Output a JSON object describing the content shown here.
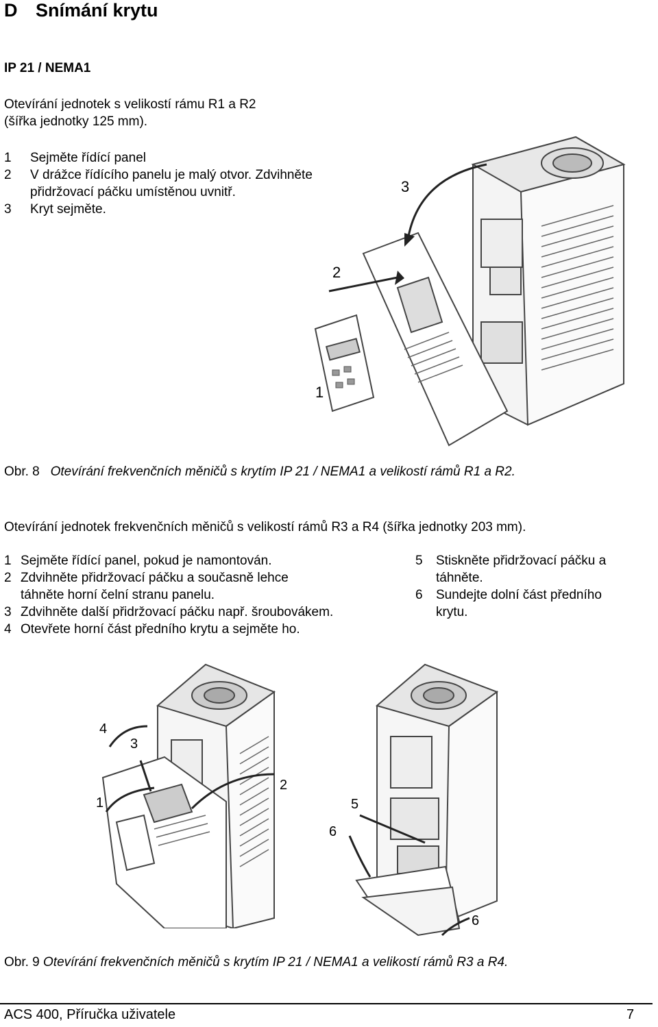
{
  "heading": {
    "letter": "D",
    "title": "Snímání krytu"
  },
  "subheading": "IP 21 / NEMA1",
  "section1": {
    "intro_line1": "Otevírání jednotek s velikostí rámu R1 a R2",
    "intro_line2": "(šířka jednotky 125 mm).",
    "steps": [
      {
        "n": "1",
        "lines": [
          "Sejměte řídící panel"
        ]
      },
      {
        "n": "2",
        "lines": [
          "V drážce řídícího panelu je malý otvor. Zdvihněte",
          "přidržovací páčku umístěnou uvnitř."
        ]
      },
      {
        "n": "3",
        "lines": [
          "Kryt sejměte."
        ]
      }
    ],
    "figure_callouts": [
      "1",
      "2",
      "3"
    ],
    "caption_label": "Obr. 8",
    "caption_text": "Otevírání frekvenčních měničů  s krytím IP 21 / NEMA1 a velikostí rámů R1 a R2."
  },
  "section2": {
    "intro": "Otevírání jednotek frekvenčních měničů s velikostí rámů R3 a R4 (šířka jednotky 203 mm).",
    "left_steps": [
      {
        "n": "1",
        "lines": [
          "Sejměte řídící panel, pokud je namontován."
        ]
      },
      {
        "n": "2",
        "lines": [
          "Zdvihněte přidržovací páčku a současně lehce",
          "táhněte horní čelní stranu panelu."
        ]
      },
      {
        "n": "3",
        "lines": [
          "Zdvihněte další přidržovací páčku např. šroubovákem."
        ]
      },
      {
        "n": "4",
        "lines": [
          "Otevřete horní část předního krytu a sejměte ho."
        ]
      }
    ],
    "right_steps": [
      {
        "n": "5",
        "lines": [
          "Stiskněte přidržovací páčku a",
          "táhněte."
        ]
      },
      {
        "n": "6",
        "lines": [
          "Sundejte dolní část předního",
          "krytu."
        ]
      }
    ],
    "figure_callouts_left": [
      "4",
      "3",
      "1",
      "2"
    ],
    "figure_callouts_right": [
      "5",
      "6",
      "6"
    ],
    "caption_label": "Obr. 9",
    "caption_text": "Otevírání frekvenčních měničů  s krytím IP 21 / NEMA1 a velikostí rámů R3 a R4."
  },
  "footer": {
    "left": "ACS 400,  Příručka uživatele",
    "page": "7"
  }
}
